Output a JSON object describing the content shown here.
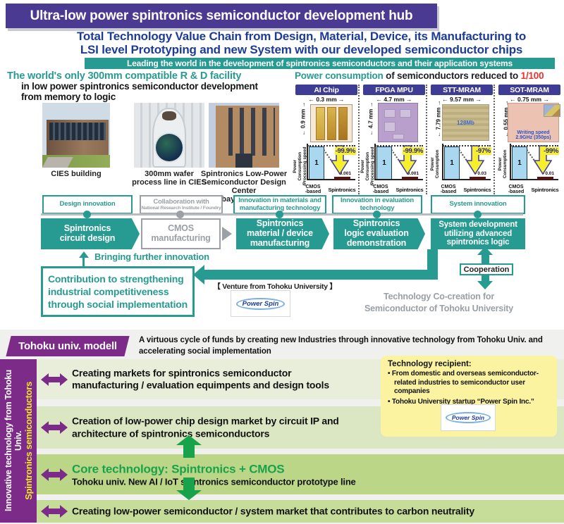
{
  "header": {
    "title": "Ultra-low power spintronics semiconductor development hub",
    "subtitle": "Total Technology Value Chain from Design, Material, Device, its Manufacturing to\nLSI level Prototyping and new System with our developed semiconductor chips",
    "banner": "Leading the world in the development of spintronics semiconductors and their application systems"
  },
  "facility": {
    "heading": "The world's only 300mm compatible R & D facility",
    "subheading": "in low power spintronics semiconductor development\nfrom memory to logic",
    "photos": [
      {
        "caption": "CIES building"
      },
      {
        "caption": "300mm wafer\nprocess line in CIES"
      },
      {
        "caption": "Spintronics Low-Power\nSemiconductor Design Center\nin Aobayama Universe"
      }
    ]
  },
  "power": {
    "heading_teal": "Power consumption",
    "heading_mid": " of semiconductors reduced to ",
    "heading_red": "1/100",
    "chips": [
      {
        "name": "AI Chip",
        "width_label": "0.3 mm",
        "height_label": "0.9 mm",
        "y_axis": "Power Consumption\n/Processing speed",
        "cmos_value": "1",
        "reduction": "-99.9%",
        "spin_value": "0.001",
        "x1": "CMOS\n-based",
        "x2": "Spintronics"
      },
      {
        "name": "FPGA MPU",
        "width_label": "4.7 mm",
        "height_label": "4.7 mm",
        "y_axis": "Power Consumption\n/Processing speed",
        "cmos_value": "1",
        "reduction": "-99.9%",
        "spin_value": "0.001",
        "x1": "CMOS\n-based",
        "x2": "Spintronics"
      },
      {
        "name": "STT-MRAM",
        "width_label": "9.57 mm",
        "height_label": "7.79 mm",
        "chip_note": "128Mb",
        "y_axis": "Power Consumption",
        "cmos_value": "1",
        "reduction": "-97%",
        "spin_value": "0.03",
        "x1": "CMOS\n-based",
        "x2": "Spintronics"
      },
      {
        "name": "SOT-MRAM",
        "width_label": "0.75 mm",
        "height_label": "0.55 mm",
        "chip_note": "Writing speed\n2.9GHz (350ps)",
        "y_axis": "Power Consumption",
        "cmos_value": "1",
        "reduction": "-99%",
        "spin_value": "0.01",
        "x1": "CMOS\n-based",
        "x2": "Spintronics"
      }
    ]
  },
  "chart_data": [
    {
      "type": "bar",
      "title": "AI Chip",
      "ylabel": "Power Consumption /Processing speed",
      "categories": [
        "CMOS-based",
        "Spintronics"
      ],
      "values": [
        1,
        0.001
      ],
      "annotation": "-99.9%"
    },
    {
      "type": "bar",
      "title": "FPGA MPU",
      "ylabel": "Power Consumption /Processing speed",
      "categories": [
        "CMOS-based",
        "Spintronics"
      ],
      "values": [
        1,
        0.001
      ],
      "annotation": "-99.9%"
    },
    {
      "type": "bar",
      "title": "STT-MRAM",
      "ylabel": "Power Consumption",
      "categories": [
        "CMOS-based",
        "Spintronics"
      ],
      "values": [
        1,
        0.03
      ],
      "annotation": "-97%"
    },
    {
      "type": "bar",
      "title": "SOT-MRAM",
      "ylabel": "Power Consumption",
      "categories": [
        "CMOS-based",
        "Spintronics"
      ],
      "values": [
        1,
        0.01
      ],
      "annotation": "-99%"
    }
  ],
  "flow": {
    "labels": [
      {
        "text": "Design innovation"
      },
      {
        "line1": "Collaboration with",
        "line2": "National Research Institute / Foundry"
      },
      {
        "text": "Innovation in materials and\nmanufacturing technology"
      },
      {
        "text": "Innovation in evaluation\ntechnology"
      },
      {
        "text": "System innovation"
      }
    ],
    "boxes": [
      {
        "text": "Spintronics\ncircuit design"
      },
      {
        "text": "CMOS\nmanufacturing"
      },
      {
        "text": "Spintronics\nmaterial / device\nmanufacturing"
      },
      {
        "text": "Spintronics\nlogic evaluation\ndemonstration"
      },
      {
        "text": "System development\nutilizing advanced\nspintronics logic"
      }
    ],
    "bringing_note": "Bringing further innovation",
    "contribution": "Contribution to strengthening\nindustrial competitiveness\nthrough social implementation",
    "venture_label": "【 Venture from Tohoku University 】",
    "powerspin_logo_text": "Power Spin",
    "cooperation_label": "Cooperation",
    "cocreation": "Technology Co-creation for\nSemiconductor of Tohoku University"
  },
  "model": {
    "badge": "Tohoku univ. modell",
    "description": "A virtuous cycle of funds by creating new Industries through innovative technology from Tohoku Univ. and\naccelerating social implementation",
    "sidebar_line1": "Innovative technology from Tohoku Univ.",
    "sidebar_line2": "Spintronics semiconductors",
    "rows": [
      {
        "text": "Creating markets for spintronics semiconductor\nmanufacturing / evaluation equimpents and design tools"
      },
      {
        "text": "Creation of low-power chip design market by circuit IP and\narchitecture of spintronics semiconductors"
      },
      {
        "title": "Core technology: Spintronics + CMOS",
        "text": "Tohoku univ. New AI / IoT spintronics semiconductor prototype line"
      },
      {
        "text": "Creating low-power semiconductor / system market that contributes to carbon neutrality"
      }
    ],
    "recipient": {
      "title": "Technology recipient:",
      "bullets": [
        "From domestic and overseas semiconductor-related industries to semiconductor user companies",
        "Tohoku University startup “Power Spin Inc.”"
      ],
      "logo_text": "Power Spin"
    }
  },
  "colors": {
    "banner_purple": "#4b3a92",
    "navy": "#1d3c97",
    "teal": "#279b91",
    "red": "#e5342c",
    "chip_header_navy": "#3d3d96",
    "bar_blue": "#a9d7f0",
    "arrow_yellow": "#f6ee30",
    "model_purple": "#7c2c88",
    "green": "#17a24b",
    "yellow_panel": "#fbf3a0"
  }
}
